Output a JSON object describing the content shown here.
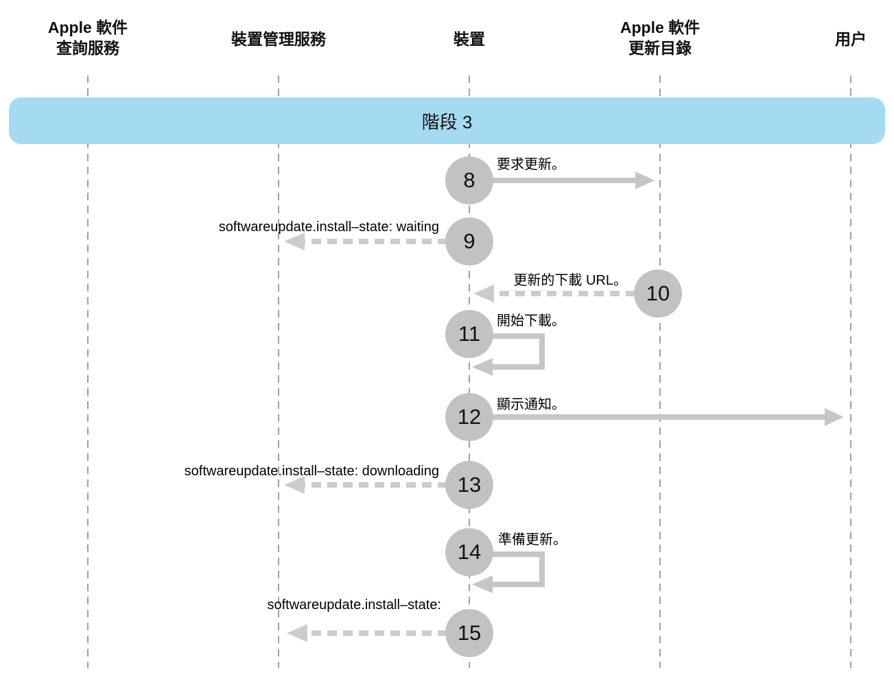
{
  "diagram": {
    "kind": "sequence-diagram"
  },
  "lifelines": [
    {
      "id": "apple-software-lookup-service",
      "label": "Apple 軟件\n查詢服務"
    },
    {
      "id": "device-management-service",
      "label": "裝置管理服務"
    },
    {
      "id": "device",
      "label": "裝置"
    },
    {
      "id": "apple-software-update-catalog",
      "label": "Apple 軟件\n更新目錄"
    },
    {
      "id": "user",
      "label": "用户"
    }
  ],
  "phase": {
    "label": "階段 3"
  },
  "steps": [
    {
      "number": "8",
      "label": "要求更新。",
      "from": "裝置",
      "to": "Apple 軟件更新目錄",
      "arrow": "solid-right"
    },
    {
      "number": "9",
      "label": "softwareupdate.install–state: waiting",
      "from": "裝置",
      "to": "裝置管理服務",
      "arrow": "dashed-left"
    },
    {
      "number": "10",
      "label": "更新的下載 URL。",
      "from": "Apple 軟件更新目錄",
      "to": "裝置",
      "arrow": "dashed-left"
    },
    {
      "number": "11",
      "label": "開始下載。",
      "from": "裝置",
      "to": "裝置",
      "arrow": "self-loop"
    },
    {
      "number": "12",
      "label": "顯示通知。",
      "from": "裝置",
      "to": "用户",
      "arrow": "solid-right"
    },
    {
      "number": "13",
      "label": "softwareupdate.install–state: downloading",
      "from": "裝置",
      "to": "裝置管理服務",
      "arrow": "dashed-left"
    },
    {
      "number": "14",
      "label": "準備更新。",
      "from": "裝置",
      "to": "裝置",
      "arrow": "self-loop"
    },
    {
      "number": "15",
      "label": "softwareupdate.install–state:",
      "from": "裝置",
      "to": "裝置管理服務",
      "arrow": "dashed-left"
    }
  ],
  "colors": {
    "phase_banner": "#A5DAF3",
    "step_circle": "#C2C2C2",
    "solid_arrow": "#C6C6C6",
    "dashed_arrow": "#CCCCCC",
    "lifeline": "#A0A0A0",
    "text": "#000000"
  }
}
